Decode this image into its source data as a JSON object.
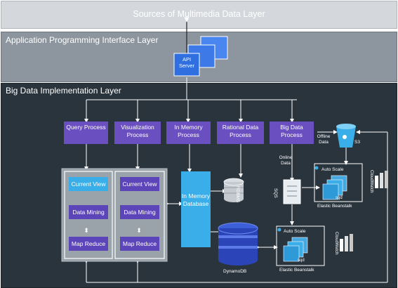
{
  "layers": {
    "sources": "Sources of Multimedia Data Layer",
    "api": "Application Programming Interface Layer",
    "big_data": "Big Data Implementation Layer"
  },
  "api_server": "API Server",
  "processes": [
    "Query Process",
    "Visualization Process",
    "In Memory Process",
    "Rational Data Process",
    "Big Data Process"
  ],
  "columns": {
    "current_view": "Current View",
    "data_mining": "Data Mining",
    "map_reduce": "Map Reduce"
  },
  "in_memory_db": "In Memory Database",
  "rdbms": "RDBMS",
  "dynamodb": "DynamoDB",
  "sqs": "SQS",
  "online_data": "Online Data",
  "offline_data": "Offline Data",
  "s3": "S3",
  "auto_scale": "Auto Scale",
  "sqd": "sqd",
  "cloudwatch": "CloudWatch",
  "elastic_beanstalk": "Elastic Beanstalk",
  "colors": {
    "sources_bg": "#d4d8dc",
    "api_bg": "#8d969e",
    "big_data_bg": "#2a343d",
    "process": "#6a4fc0",
    "cyan": "#3aaee8",
    "blue_server": "#2f6fe0"
  }
}
